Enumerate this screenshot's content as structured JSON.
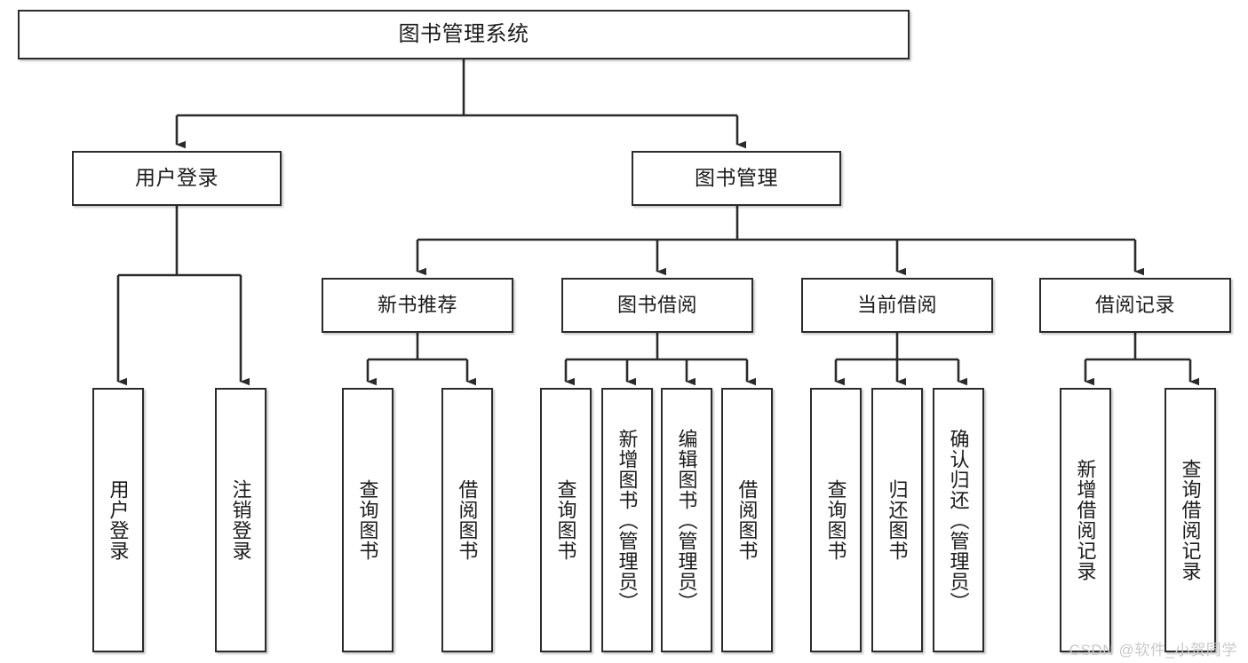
{
  "diagram": {
    "type": "tree",
    "title": "图书管理系统",
    "orientation": "top-down",
    "connector_style": "orthogonal-with-arrowheads",
    "colors": {
      "box_border": "#2b2b2b",
      "box_fill": "#ffffff",
      "connector": "#2b2b2b",
      "text": "#1b1b1b",
      "watermark": "#c9c9c9",
      "background": "#ffffff"
    },
    "root": {
      "label": "图书管理系统"
    },
    "level2": [
      {
        "label": "用户登录"
      },
      {
        "label": "图书管理"
      }
    ],
    "level3": [
      {
        "label": "新书推荐"
      },
      {
        "label": "图书借阅"
      },
      {
        "label": "当前借阅"
      },
      {
        "label": "借阅记录"
      }
    ],
    "leaves": {
      "user_login": [
        {
          "label": "用户登录"
        },
        {
          "label": "注销登录"
        }
      ],
      "new_book_recommend": [
        {
          "label": "查询图书"
        },
        {
          "label": "借阅图书"
        }
      ],
      "book_borrow": [
        {
          "label": "查询图书"
        },
        {
          "label": "新增图书（管理员）"
        },
        {
          "label": "编辑图书（管理员）"
        },
        {
          "label": "借阅图书"
        }
      ],
      "current_borrow": [
        {
          "label": "查询图书"
        },
        {
          "label": "归还图书"
        },
        {
          "label": "确认归还（管理员）"
        }
      ],
      "borrow_record": [
        {
          "label": "新增借阅记录"
        },
        {
          "label": "查询借阅记录"
        }
      ]
    }
  },
  "watermark": {
    "text": "CSDN @软件_小贺同学"
  }
}
